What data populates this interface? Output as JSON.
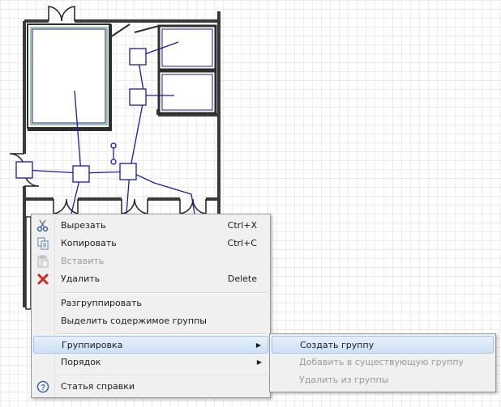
{
  "context_menu": {
    "items": [
      {
        "label": "Вырезать",
        "shortcut": "Ctrl+X",
        "icon": "scissors-icon"
      },
      {
        "label": "Копировать",
        "shortcut": "Ctrl+C",
        "icon": "copy-icon"
      },
      {
        "label": "Вставить",
        "shortcut": "",
        "icon": "paste-icon"
      },
      {
        "label": "Удалить",
        "shortcut": "Delete",
        "icon": "delete-icon"
      },
      {
        "label": "Разгруппировать"
      },
      {
        "label": "Выделить содержимое группы"
      },
      {
        "label": "Группировка"
      },
      {
        "label": "Порядок"
      },
      {
        "label": "Статья справки",
        "icon": "help-icon"
      }
    ]
  },
  "submenu": {
    "items": [
      {
        "label": "Создать группу"
      },
      {
        "label": "Добавить в существующую группу"
      },
      {
        "label": "Удалить из группы"
      }
    ]
  },
  "colors": {
    "wire": "#1a1aa8",
    "wall": "#3a3a3a",
    "highlight": "#cde0f6",
    "disabled": "#9a9a9a"
  }
}
